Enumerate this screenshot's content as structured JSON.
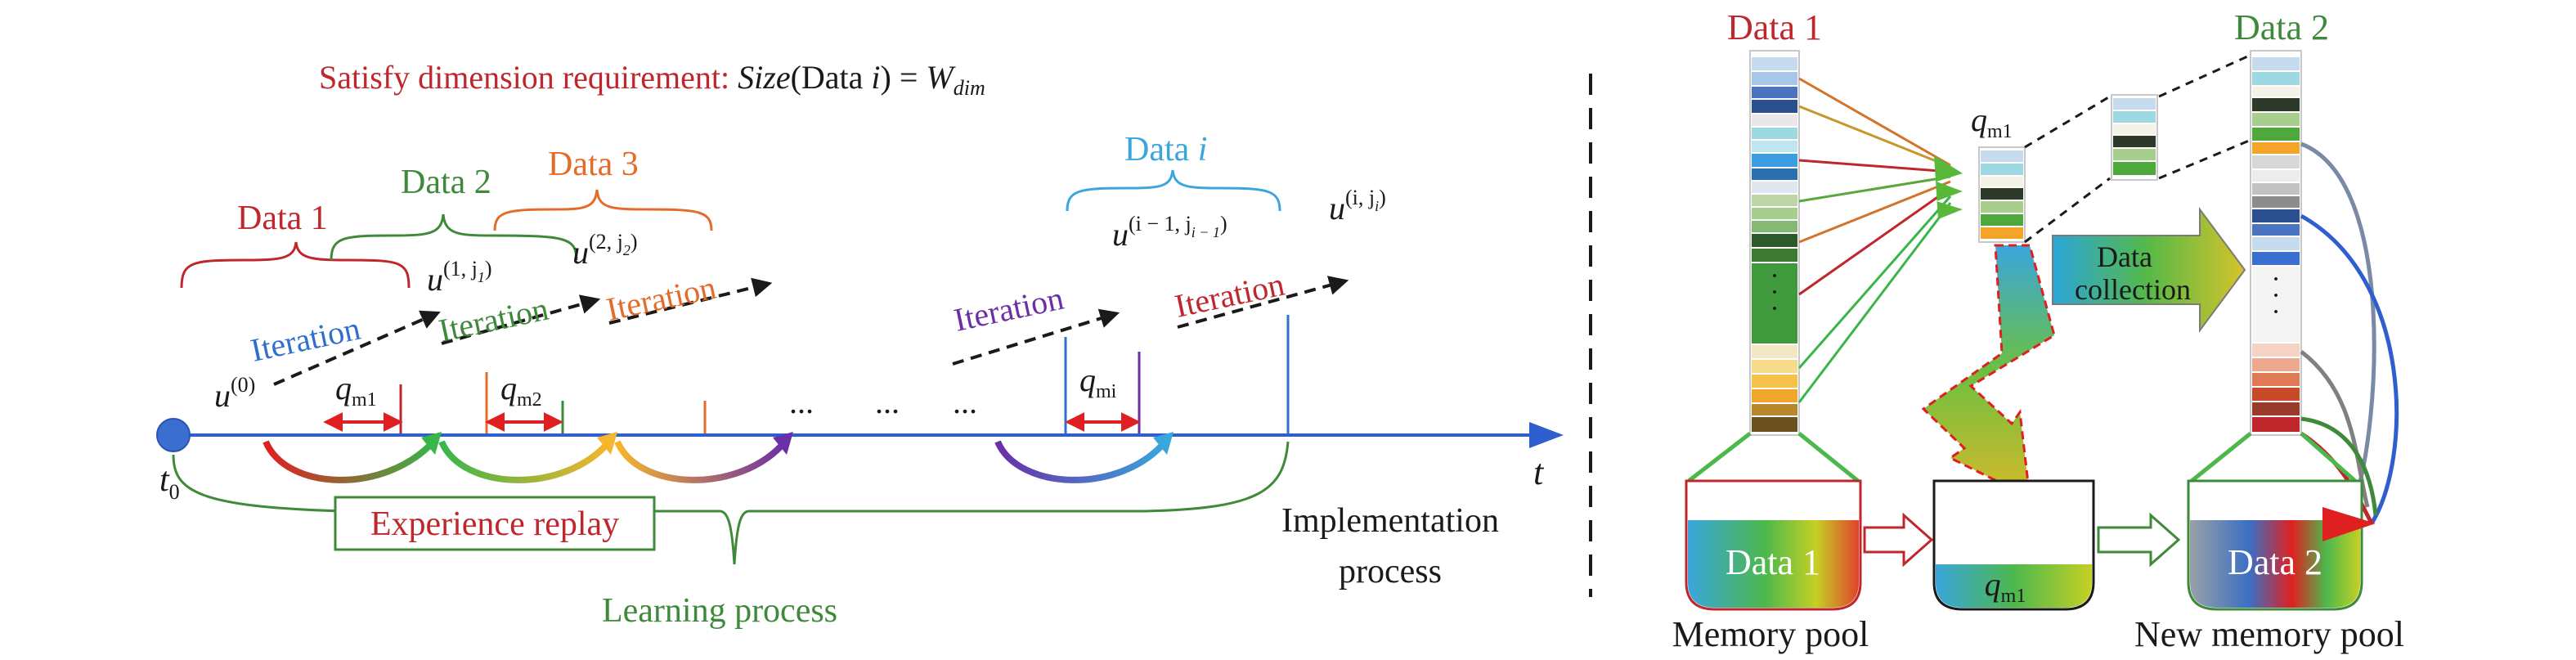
{
  "colors": {
    "red": "#c0272d",
    "green": "#3f8a3a",
    "orange": "#e46c2a",
    "blue": "#2f6fcf",
    "lightblue": "#3aa6dc",
    "purple": "#6b2fa6",
    "axis": "#2f5fcf",
    "black": "#1a1a1a"
  },
  "left": {
    "requirement": {
      "prefix": "Satisfy dimension requirement: ",
      "size_fn": "Size",
      "open": "(Data ",
      "i": "i",
      "close": ") = ",
      "w": "W",
      "w_sub": "dim"
    },
    "data_labels": {
      "d1": "Data 1",
      "d2": "Data 2",
      "d3": "Data 3",
      "di_prefix": "Data ",
      "di_i": "i"
    },
    "iteration_label": "Iteration",
    "u0": {
      "base": "u",
      "sup": "(0)"
    },
    "u1": {
      "base": "u",
      "sup": "(1, j",
      "sub": "1",
      "end": ")"
    },
    "u2": {
      "base": "u",
      "sup": "(2, j",
      "sub": "2",
      "end": ")"
    },
    "ui1": {
      "base": "u",
      "sup": "(i − 1, j",
      "sub": "i − 1",
      "end": ")"
    },
    "ui": {
      "base": "u",
      "sup": "(i, j",
      "sub": "i",
      "end": ")"
    },
    "q_labels": {
      "base": "q",
      "m1": "m1",
      "m2": "m2",
      "mi": "mi"
    },
    "ellipsis": "...",
    "t0_base": "t",
    "t0_sub": "0",
    "t_axis": "t",
    "experience_replay": "Experience replay",
    "learning_process": "Learning process",
    "implementation_1": "Implementation",
    "implementation_2": "process"
  },
  "right": {
    "data1": "Data 1",
    "data2": "Data 2",
    "qm1": {
      "base": "q",
      "sub": "m1"
    },
    "data_collection_1": "Data",
    "data_collection_2": "collection",
    "pool_data1": "Data  1",
    "pool_q": {
      "base": "q",
      "sub": "m1"
    },
    "pool_data2": "Data  2",
    "memory_pool": "Memory pool",
    "new_memory_pool": "New memory pool"
  }
}
